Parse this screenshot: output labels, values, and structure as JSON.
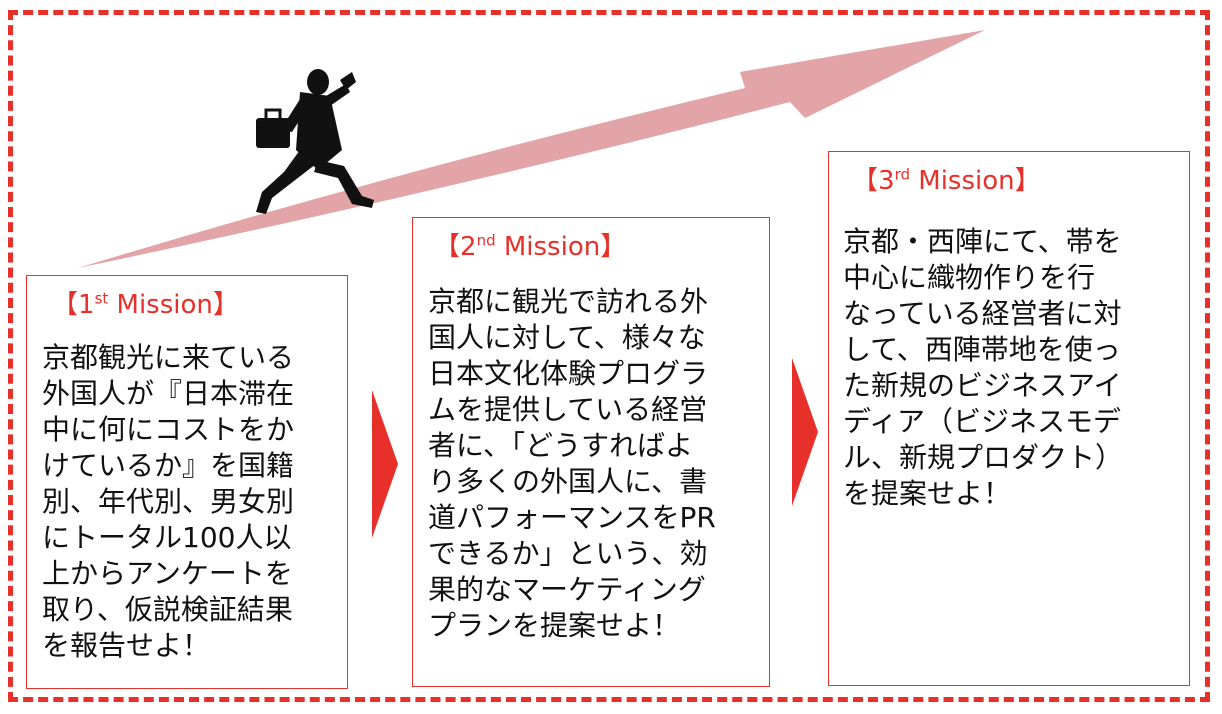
{
  "colors": {
    "accent": "#e8302b",
    "arrow": "#e3a4a8",
    "runner": "#111111"
  },
  "icons": {
    "runner": "running-businessman-icon",
    "trend_arrow": "rising-arrow-icon",
    "step_arrow": "chevron-right-icon"
  },
  "missions": [
    {
      "bracket_open": "【",
      "ordinal": "1",
      "suffix": "st",
      "label": " Mission",
      "bracket_close": "】",
      "lines": [
        "京都観光に来ている",
        "外国人が『日本滞在",
        "中に何にコストをか",
        "けているか』を国籍",
        "別、年代別、男女別",
        "にトータル100人以",
        "上からアンケートを",
        "取り、仮説検証結果",
        "を報告せよ！"
      ]
    },
    {
      "bracket_open": "【",
      "ordinal": "2",
      "suffix": "nd",
      "label": " Mission",
      "bracket_close": "】",
      "lines": [
        "京都に観光で訪れる外",
        "国人に対して、様々な",
        "日本文化体験プログラ",
        "ムを提供している経営",
        "者に、「どうすればよ",
        "り多くの外国人に、書",
        "道パフォーマンスをPR",
        "できるか」という、効",
        "果的なマーケティング",
        "プランを提案せよ！"
      ]
    },
    {
      "bracket_open": "【",
      "ordinal": "3",
      "suffix": "rd",
      "label": " Mission",
      "bracket_close": "】",
      "lines": [
        "京都・西陣にて、帯を",
        "中心に織物作りを行",
        "なっている経営者に対",
        "して、西陣帯地を使っ",
        "た新規のビジネスアイ",
        "ディア（ビジネスモデ",
        "ル、新規プロダクト）",
        "を提案せよ！"
      ]
    }
  ]
}
